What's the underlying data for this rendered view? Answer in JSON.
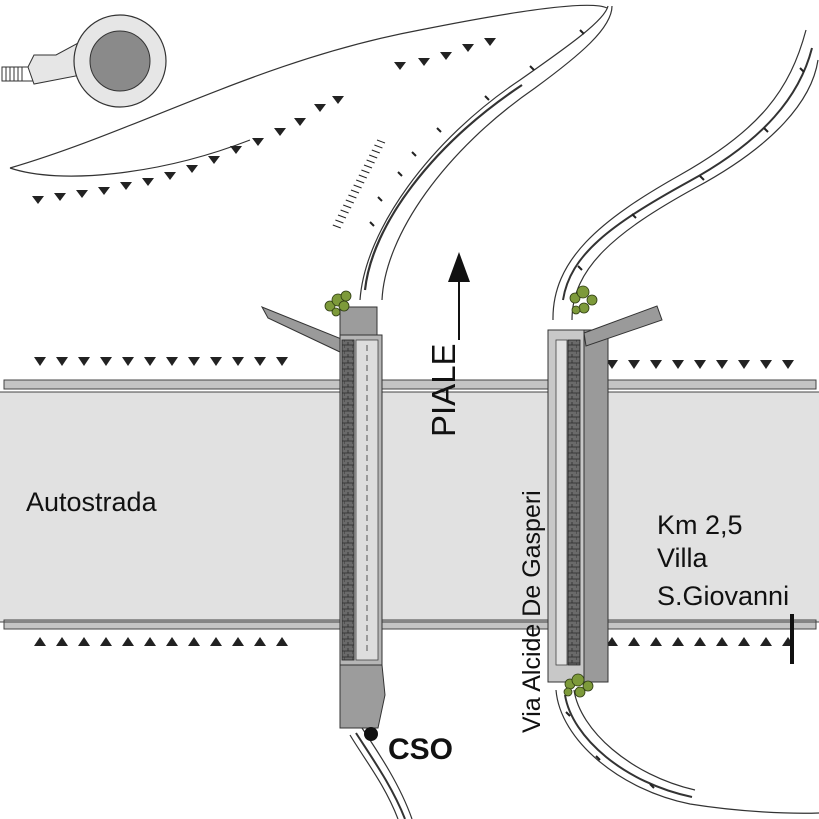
{
  "labels": {
    "autostrada": "Autostrada",
    "piale": "PIALE",
    "via": "Via Alcide De Gasperi",
    "km": "Km 2,5",
    "villa": "Villa",
    "giovanni": "S.Giovanni",
    "cso": "CSO"
  },
  "colors": {
    "highway_fill": "#e1e1e1",
    "deck_fill": "#b6b6b6",
    "block_fill": "#9c9c9c",
    "line": "#222222",
    "vegetation": "#7d9a3a"
  },
  "icons": {
    "north_arrow": "arrow-up-icon",
    "roundabout": "roundabout-icon",
    "shrub": "shrub-icon"
  }
}
